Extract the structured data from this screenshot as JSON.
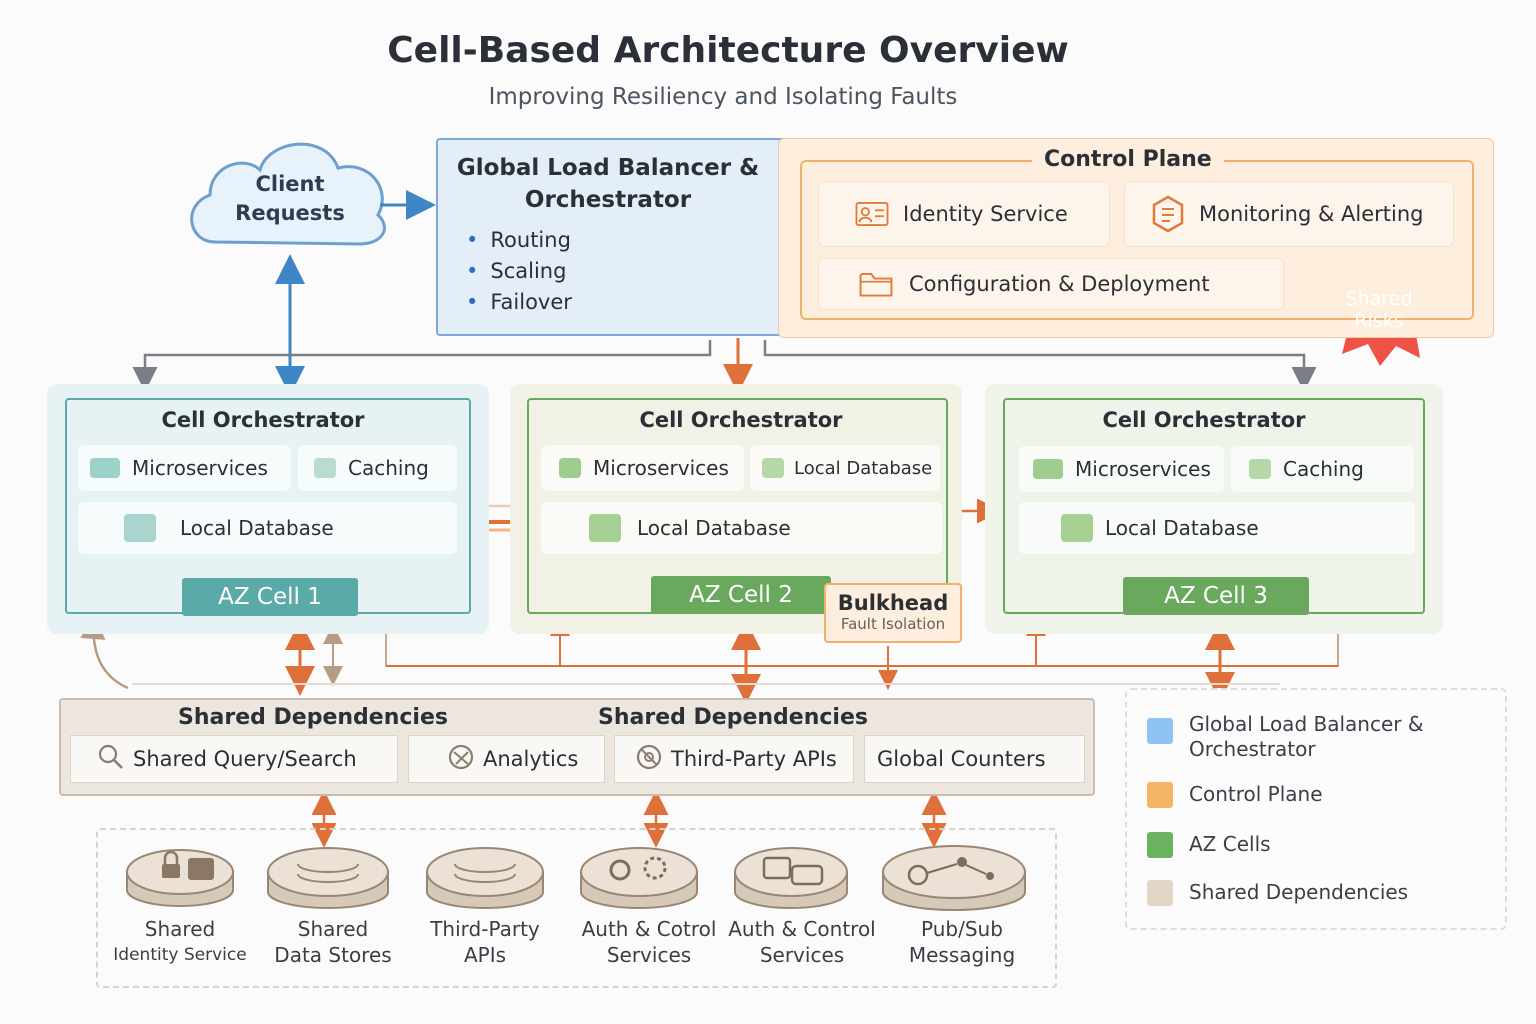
{
  "title": "Cell-Based Architecture Overview",
  "subtitle": "Improving Resiliency and Isolating Faults",
  "client": {
    "label": "Client Requests"
  },
  "glb": {
    "title": "Global Load Balancer & Orchestrator",
    "items": [
      "Routing",
      "Scaling",
      "Failover"
    ]
  },
  "control_plane": {
    "title": "Control Plane",
    "identity": "Identity Service",
    "monitoring": "Monitoring & Alerting",
    "config": "Configuration & Deployment",
    "shared_risks": "Shared Risks"
  },
  "cells": [
    {
      "orchestrator": "Cell Orchestrator",
      "chip1": "Microservices",
      "chip2": "Caching",
      "db": "Local Database",
      "badge": "AZ Cell 1"
    },
    {
      "orchestrator": "Cell Orchestrator",
      "chip1": "Microservices",
      "chip2": "Local Database",
      "db": "Local Database",
      "badge": "AZ Cell 2"
    },
    {
      "orchestrator": "Cell Orchestrator",
      "chip1": "Microservices",
      "chip2": "Caching",
      "db": "Local Database",
      "badge": "AZ Cell 3"
    }
  ],
  "bulkhead": {
    "title": "Bulkhead",
    "subtitle": "Fault Isolation"
  },
  "shared_dependencies": {
    "title_left": "Shared Dependencies",
    "title_right": "Shared Dependencies",
    "items": [
      "Shared Query/Search",
      "Analytics",
      "Third-Party APIs",
      "Global Counters"
    ]
  },
  "bottom_services": [
    {
      "line1": "Shared",
      "line2": "Identity Service"
    },
    {
      "line1": "Shared",
      "line2": "Data Stores"
    },
    {
      "line1": "Third-Party",
      "line2": "APIs"
    },
    {
      "line1": "Auth & Cotrol",
      "line2": "Services"
    },
    {
      "line1": "Auth & Control",
      "line2": "Services"
    },
    {
      "line1": "Pub/Sub",
      "line2": "Messaging"
    }
  ],
  "legend": [
    {
      "label": "Global Load Balancer & Orchestrator",
      "color": "#8fc3f2"
    },
    {
      "label": "Control Plane",
      "color": "#f6b566"
    },
    {
      "label": "AZ Cells",
      "color": "#6bb360"
    },
    {
      "label": "Shared Dependencies",
      "color": "#e2d6c6"
    }
  ],
  "colors": {
    "cell1": "#5aaaa8",
    "cell2": "#6aa85e",
    "cell3": "#6aa85e",
    "arrow_orange": "#e0703a",
    "arrow_gray": "#7a7f86",
    "arrow_blue": "#3f86c6",
    "arrow_tan": "#b59c82"
  }
}
